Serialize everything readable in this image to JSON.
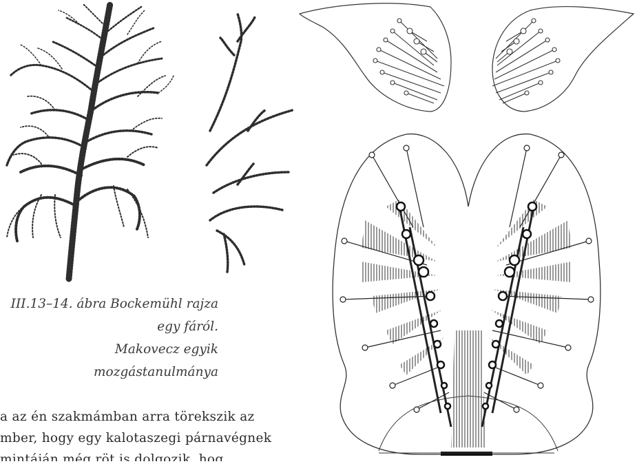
{
  "caption": {
    "line1": "III.13–14. ábra  Bockemühl rajza egy fáról.",
    "line2": "Makovecz egyik mozgástanulmánya"
  },
  "body": {
    "lines": [
      "a az én szakmámban arra törekszik az",
      "mber, hogy egy kalotaszegi párnavégnek",
      "mintáján még röt is dolgozik, hog"
    ]
  },
  "figures": {
    "left": "tree-drawing",
    "right": "movement-study-drawing"
  }
}
